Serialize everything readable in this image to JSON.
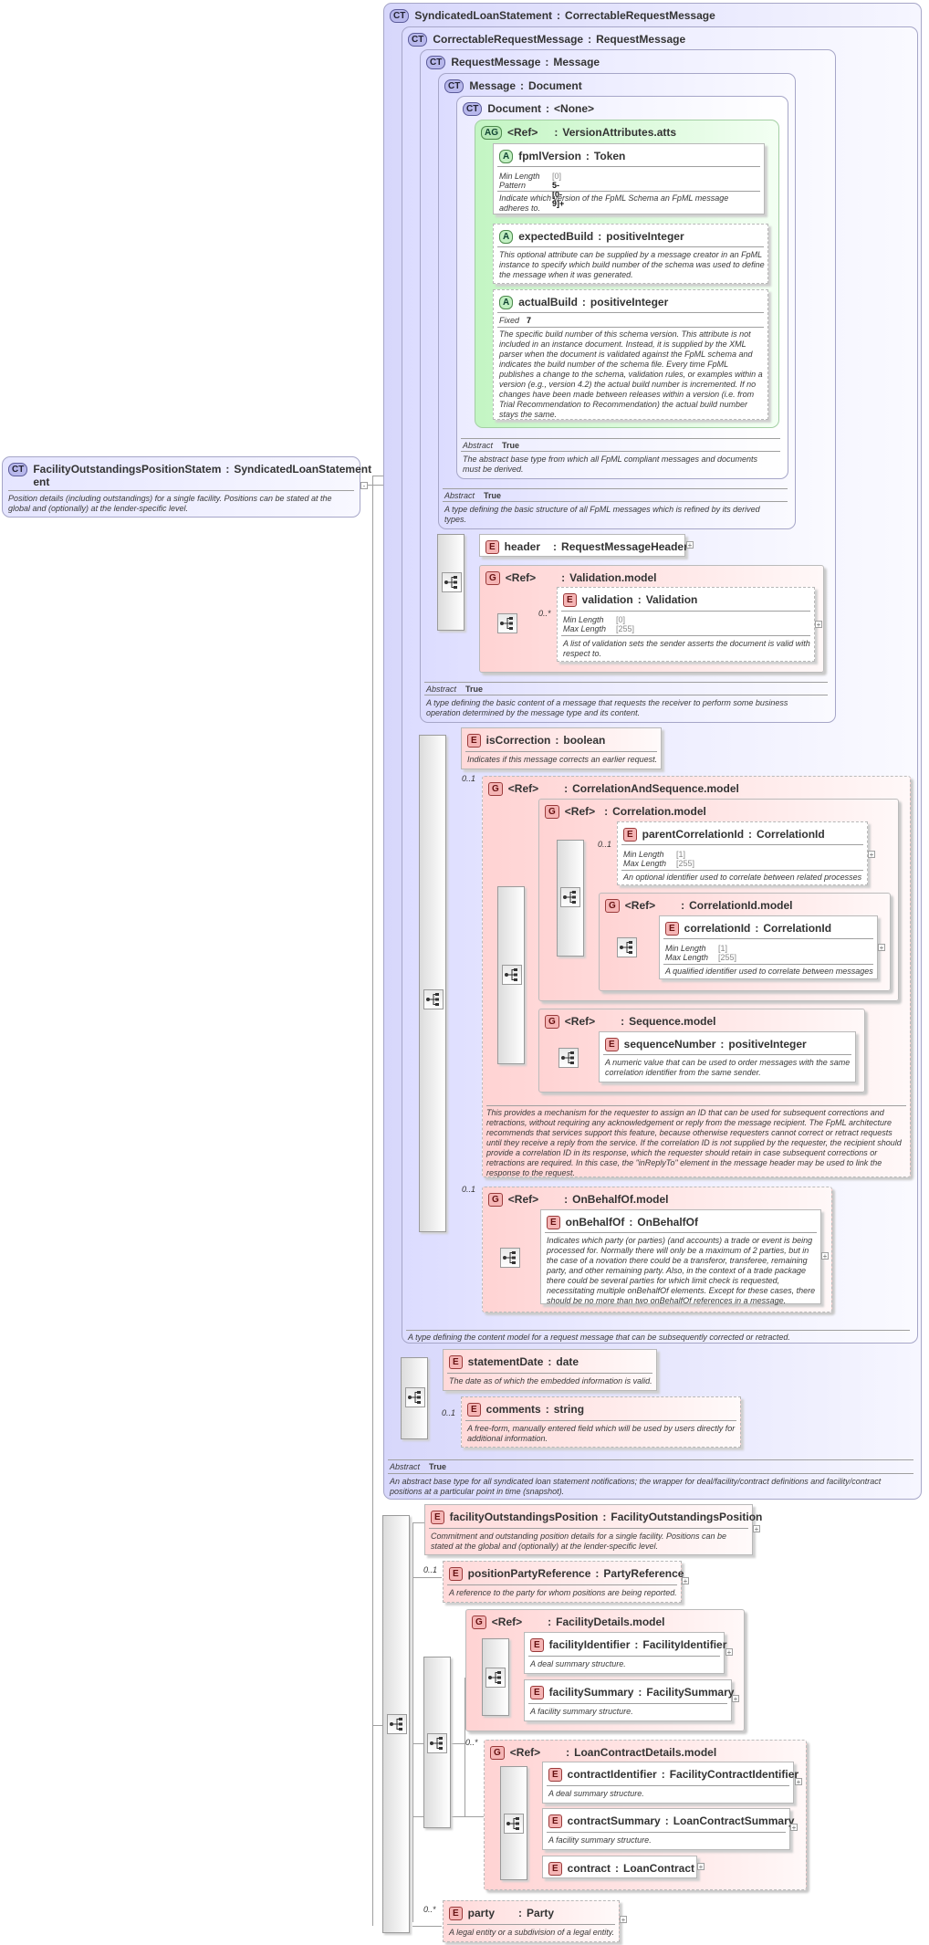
{
  "root": {
    "badge": "CT",
    "name": "FacilityOutstandingsPositionStatem\nent",
    "sep": ":",
    "type": "SyndicatedLoanStatement",
    "desc": "Position details (including outstandings) for a single facility. Positions can be stated at the global and (optionally) at the lender-specific level."
  },
  "ct_synd": {
    "badge": "CT",
    "name": "SyndicatedLoanStatement",
    "sep": ":",
    "type": "CorrectableRequestMessage",
    "abstract_label": "Abstract",
    "abstract_value": "True",
    "desc": "An abstract base type for all syndicated loan statement notifications; the wrapper for deal/facility/contract definitions and facility/contract positions at a particular point in time (snapshot)."
  },
  "ct_corr": {
    "badge": "CT",
    "name": "CorrectableRequestMessage",
    "sep": ":",
    "type": "RequestMessage",
    "desc": "A type defining the content model for a request message that can be subsequently corrected or retracted."
  },
  "ct_req": {
    "badge": "CT",
    "name": "RequestMessage",
    "sep": ":",
    "type": "Message",
    "abstract_label": "Abstract",
    "abstract_value": "True",
    "desc": "A type defining the basic content of a message that requests the receiver to perform some business operation determined by the message type and its content."
  },
  "ct_msg": {
    "badge": "CT",
    "name": "Message",
    "sep": ":",
    "type": "Document",
    "abstract_label": "Abstract",
    "abstract_value": "True",
    "desc": "A type defining the basic structure of all FpML messages which is refined by its derived types."
  },
  "ct_doc": {
    "badge": "CT",
    "name": "Document",
    "sep": ":",
    "type": "<None>",
    "abstract_label": "Abstract",
    "abstract_value": "True",
    "desc": "The abstract base type from which all FpML compliant messages and documents must be derived."
  },
  "ag": {
    "badge": "AG",
    "ref": "<Ref>",
    "sep": ":",
    "type": "VersionAttributes.atts"
  },
  "attr_fpml": {
    "badge": "A",
    "name": "fpmlVersion",
    "sep": ":",
    "type": "Token",
    "f1": "Min Length",
    "v1": "[0]",
    "f2": "Pattern",
    "v2": "5-[0-9]+",
    "desc": "Indicate which version of the FpML Schema an FpML message adheres to."
  },
  "attr_expected": {
    "badge": "A",
    "name": "expectedBuild",
    "sep": ":",
    "type": "positiveInteger",
    "desc": "This optional attribute can be supplied by a message creator in an FpML instance to specify which build number of the schema was used to define the message when it was generated."
  },
  "attr_actual": {
    "badge": "A",
    "name": "actualBuild",
    "sep": ":",
    "type": "positiveInteger",
    "f1": "Fixed",
    "v1": "7",
    "desc": "The specific build number of this schema version. This attribute is not included in an instance document. Instead, it is supplied by the XML parser when the document is validated against the FpML schema and indicates the build number of the schema file. Every time FpML publishes a change to the schema, validation rules, or examples within a version (e.g., version 4.2) the actual build number is incremented. If no changes have been made between releases within a version (i.e. from Trial Recommendation to Recommendation) the actual build number stays the same."
  },
  "el_header": {
    "badge": "E",
    "name": "header",
    "sep": ":",
    "type": "RequestMessageHeader"
  },
  "grp_validation": {
    "badge": "G",
    "ref": "<Ref>",
    "sep": ":",
    "type": "Validation.model",
    "card": "0..*"
  },
  "el_validation": {
    "badge": "E",
    "name": "validation",
    "sep": ":",
    "type": "Validation",
    "f1": "Min Length",
    "v1": "[0]",
    "f2": "Max Length",
    "v2": "[255]",
    "desc": "A list of validation sets the sender asserts the document is valid with respect to."
  },
  "el_iscorr": {
    "badge": "E",
    "name": "isCorrection",
    "sep": ":",
    "type": "boolean",
    "desc": "Indicates if this message corrects an earlier request."
  },
  "grp_corrseq": {
    "badge": "G",
    "ref": "<Ref>",
    "sep": ":",
    "type": "CorrelationAndSequence.model",
    "card": "0..1",
    "desc": "This provides a mechanism for the requester to assign an ID that can be used for subsequent corrections and retractions, without requiring any acknowledgement or reply from the message recipient. The FpML architecture recommends that services support this feature, because otherwise requesters cannot correct or retract requests until they receive a reply from the service. If the correlation ID is not supplied by the requester, the recipient should provide a correlation ID in its response, which the requester should retain in case subsequent corrections or retractions are required. In this case, the \"inReplyTo\" element in the message header may be used to link the response to the request."
  },
  "grp_correlation": {
    "badge": "G",
    "ref": "<Ref>",
    "sep": ":",
    "type": "Correlation.model"
  },
  "el_parentcorr": {
    "badge": "E",
    "name": "parentCorrelationId",
    "sep": ":",
    "type": "CorrelationId",
    "card": "0..1",
    "f1": "Min Length",
    "v1": "[1]",
    "f2": "Max Length",
    "v2": "[255]",
    "desc": "An optional identifier used to correlate between related processes"
  },
  "grp_correlationid": {
    "badge": "G",
    "ref": "<Ref>",
    "sep": ":",
    "type": "CorrelationId.model"
  },
  "el_corrid": {
    "badge": "E",
    "name": "correlationId",
    "sep": ":",
    "type": "CorrelationId",
    "f1": "Min Length",
    "v1": "[1]",
    "f2": "Max Length",
    "v2": "[255]",
    "desc": "A qualified identifier used to correlate between messages"
  },
  "grp_sequence": {
    "badge": "G",
    "ref": "<Ref>",
    "sep": ":",
    "type": "Sequence.model"
  },
  "el_seqnum": {
    "badge": "E",
    "name": "sequenceNumber",
    "sep": ":",
    "type": "positiveInteger",
    "desc": "A numeric value that can be used to order messages with the same correlation identifier from the same sender."
  },
  "grp_onbehalf": {
    "badge": "G",
    "ref": "<Ref>",
    "sep": ":",
    "type": "OnBehalfOf.model",
    "card": "0..1"
  },
  "el_onbehalf": {
    "badge": "E",
    "name": "onBehalfOf",
    "sep": ":",
    "type": "OnBehalfOf",
    "desc": "Indicates which party (or parties) (and accounts) a trade or event is being processed for. Normally there will only be a maximum of 2 parties, but in the case of a novation there could be a transferor, transferee, remaining party, and other remaining party. Also, in the context of a trade package there could be several parties for which limit check is requested, necessitating multiple onBehalfOf elements. Except for these cases, there should be no more than two onBehalfOf references in a message."
  },
  "el_stmtdate": {
    "badge": "E",
    "name": "statementDate",
    "sep": ":",
    "type": "date",
    "desc": "The date as of which the embedded information is valid."
  },
  "el_comments": {
    "badge": "E",
    "name": "comments",
    "sep": ":",
    "type": "string",
    "card": "0..1",
    "desc": "A free-form, manually entered field which will be used by users directly for additional information."
  },
  "el_facpos": {
    "badge": "E",
    "name": "facilityOutstandingsPosition",
    "sep": ":",
    "type": "FacilityOutstandingsPosition",
    "desc": "Commitment and outstanding position details for a single facility. Positions can be stated at the global and (optionally) at the lender-specific level."
  },
  "el_pospartyref": {
    "badge": "E",
    "name": "positionPartyReference",
    "sep": ":",
    "type": "PartyReference",
    "card": "0..1",
    "desc": "A reference to the party for whom positions are being reported."
  },
  "grp_facdetails": {
    "badge": "G",
    "ref": "<Ref>",
    "sep": ":",
    "type": "FacilityDetails.model"
  },
  "el_facid": {
    "badge": "E",
    "name": "facilityIdentifier",
    "sep": ":",
    "type": "FacilityIdentifier",
    "desc": "A deal summary structure."
  },
  "el_facsum": {
    "badge": "E",
    "name": "facilitySummary",
    "sep": ":",
    "type": "FacilitySummary",
    "desc": "A facility summary structure."
  },
  "grp_loancontract": {
    "badge": "G",
    "ref": "<Ref>",
    "sep": ":",
    "type": "LoanContractDetails.model",
    "card": "0..*"
  },
  "el_contractid": {
    "badge": "E",
    "name": "contractIdentifier",
    "sep": ":",
    "type": "FacilityContractIdentifier",
    "desc": "A deal summary structure."
  },
  "el_contractsum": {
    "badge": "E",
    "name": "contractSummary",
    "sep": ":",
    "type": "LoanContractSummary",
    "desc": "A facility summary structure."
  },
  "el_contract": {
    "badge": "E",
    "name": "contract",
    "sep": ":",
    "type": "LoanContract"
  },
  "el_party": {
    "badge": "E",
    "name": "party",
    "sep": ":",
    "type": "Party",
    "card": "0..*",
    "desc": "A legal entity or a subdivision of a legal entity."
  }
}
